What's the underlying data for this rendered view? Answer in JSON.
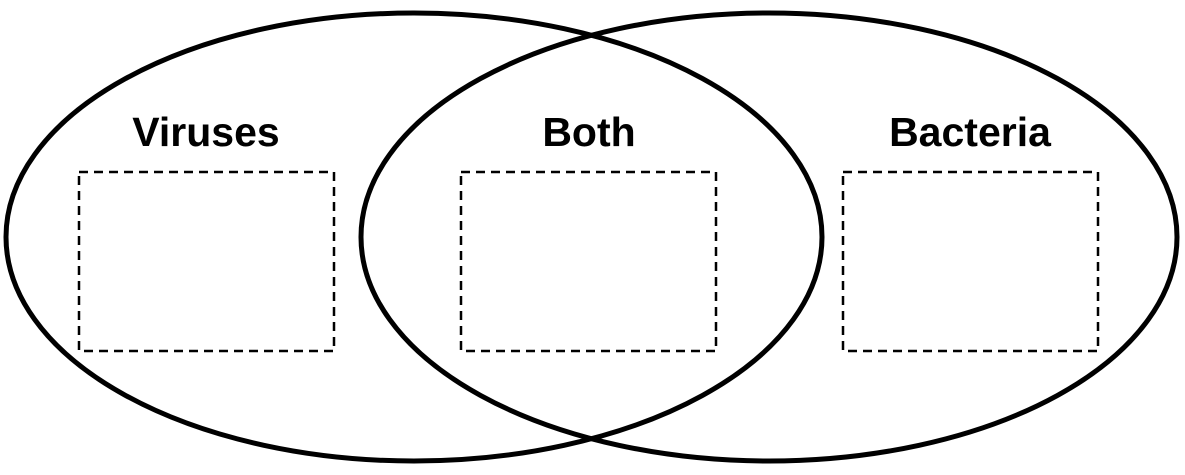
{
  "diagram": {
    "type": "venn",
    "regions": [
      {
        "id": "left",
        "label": "Viruses",
        "answer_box": "empty"
      },
      {
        "id": "center",
        "label": "Both",
        "answer_box": "empty"
      },
      {
        "id": "right",
        "label": "Bacteria",
        "answer_box": "empty"
      }
    ],
    "colors": {
      "stroke": "#000000",
      "background": "#ffffff"
    }
  }
}
